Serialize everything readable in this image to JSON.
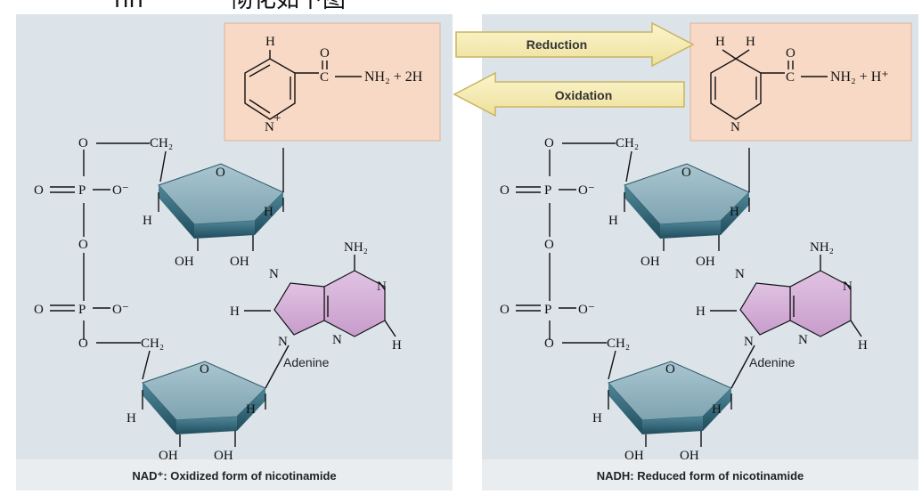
{
  "top_text_fragments": [
    "nh",
    "彻化如下图"
  ],
  "arrows": {
    "top_label": "Reduction",
    "bottom_label": "Oxidation"
  },
  "left": {
    "caption": "NAD⁺: Oxidized form of nicotinamide",
    "ring_h": "H",
    "carbonyl_o": "O",
    "amide_c": "C",
    "amide_rhs": "NH₂ + 2H",
    "ring_n": "N",
    "plus": "+",
    "ch2_top": "CH₂",
    "ch2_bottom": "CH₂",
    "o_top": "O",
    "o_link": "O",
    "o_bottom": "O",
    "p_top": "P",
    "p_bottom": "P",
    "o_dbl_top": "O",
    "o_dbl_bottom": "O",
    "o_minus_top": "O⁻",
    "o_minus_bottom": "O⁻",
    "sugar_o_top": "O",
    "sugar_o_bottom": "O",
    "h_labels": [
      "H",
      "H",
      "H",
      "H"
    ],
    "oh_labels": [
      "OH",
      "OH",
      "OH",
      "OH"
    ],
    "adenine_label": "Adenine",
    "nh2": "NH₂",
    "adenine_n": [
      "N",
      "N",
      "N",
      "N"
    ],
    "adenine_h": [
      "H",
      "H"
    ]
  },
  "right": {
    "caption": "NADH: Reduced form of nicotinamide",
    "ring_h": [
      "H",
      "H"
    ],
    "carbonyl_o": "O",
    "amide_c": "C",
    "amide_rhs": "NH₂ + H⁺",
    "ring_n": "N",
    "ch2_top": "CH₂",
    "ch2_bottom": "CH₂",
    "o_top": "O",
    "o_link": "O",
    "o_bottom": "O",
    "p_top": "P",
    "p_bottom": "P",
    "o_dbl_top": "O",
    "o_dbl_bottom": "O",
    "o_minus_top": "O⁻",
    "o_minus_bottom": "O⁻",
    "sugar_o_top": "O",
    "sugar_o_bottom": "O",
    "h_labels": [
      "H",
      "H",
      "H",
      "H"
    ],
    "oh_labels": [
      "OH",
      "OH",
      "OH",
      "OH"
    ],
    "adenine_label": "Adenine",
    "nh2": "NH₂",
    "adenine_n": [
      "N",
      "N",
      "N",
      "N"
    ],
    "adenine_h": [
      "H",
      "H"
    ]
  },
  "colors": {
    "panel_bg": "#dce4ea",
    "caption_bg": "#e9edf0",
    "highlight": "#f8d9c6",
    "arrow_fill": "#f6edb4",
    "arrow_stroke": "#c9b460",
    "sugar_top": "#8fb3c0",
    "sugar_side": "#3f7283",
    "purine": "#d6b4d9"
  }
}
